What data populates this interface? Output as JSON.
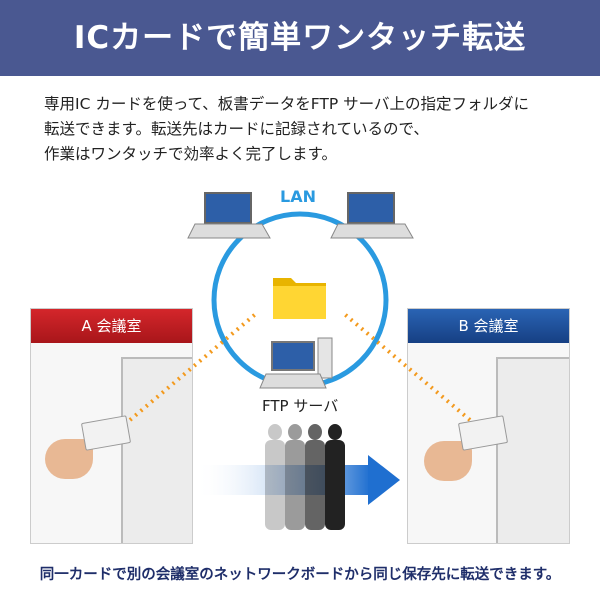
{
  "header": {
    "title": "ICカードで簡単ワンタッチ転送"
  },
  "intro": {
    "lines": [
      "専用IC カードを使って、板書データをFTP サーバ上の指定フォルダに",
      "転送できます。転送先はカードに記録されているので、",
      "作業はワンタッチで効率よく完了します。"
    ]
  },
  "diagram": {
    "network_label": "LAN",
    "server_label": "FTP サーバ",
    "room_a": "A 会議室",
    "room_b": "B 会議室"
  },
  "footer": {
    "caption": "同一カードで別の会議室のネットワークボードから同じ保存先に転送できます。"
  },
  "colors": {
    "header": "#4a5891",
    "room_a": "#c11d22",
    "room_b": "#1f4f9c",
    "lan": "#2a9ae0",
    "dots": "#f39a1e",
    "caption": "#1f2e6a"
  }
}
